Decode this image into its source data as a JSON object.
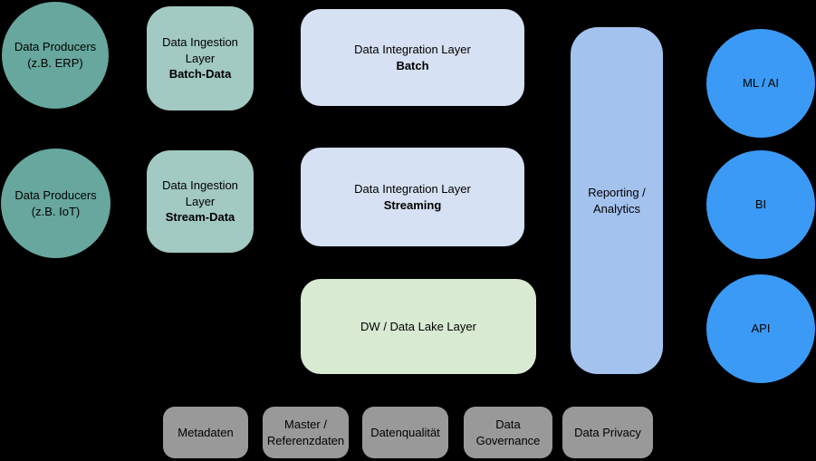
{
  "colors": {
    "background": "#000000",
    "producer_circle": "#67A79D",
    "ingestion_box": "#A2C9C2",
    "integration_box": "#D6E1F3",
    "dw_box": "#D8EAD2",
    "reporting_box": "#A4C2EE",
    "consumer_circle": "#3B9AF5",
    "governance_box": "#999999",
    "text": "#000000"
  },
  "producers": [
    {
      "line1": "Data Producers",
      "line2": "(z.B. ERP)"
    },
    {
      "line1": "Data Producers",
      "line2": "(z.B. IoT)"
    }
  ],
  "ingestion": [
    {
      "line1": "Data Ingestion Layer",
      "line2": "Batch-Data"
    },
    {
      "line1": "Data Ingestion Layer",
      "line2": "Stream-Data"
    }
  ],
  "integration": [
    {
      "line1": "Data Integration Layer",
      "line2": "Batch"
    },
    {
      "line1": "Data Integration Layer",
      "line2": "Streaming"
    }
  ],
  "dw_layer": {
    "label": "DW / Data Lake Layer"
  },
  "reporting": {
    "line1": "Reporting /",
    "line2": "Analytics"
  },
  "consumers": [
    {
      "label": "ML / AI"
    },
    {
      "label": "BI"
    },
    {
      "label": "API"
    }
  ],
  "governance": [
    {
      "label": "Metadaten"
    },
    {
      "label": "Master / Referenzdaten"
    },
    {
      "label": "Datenqualität"
    },
    {
      "label": "Data Governance"
    },
    {
      "label": "Data Privacy"
    }
  ]
}
